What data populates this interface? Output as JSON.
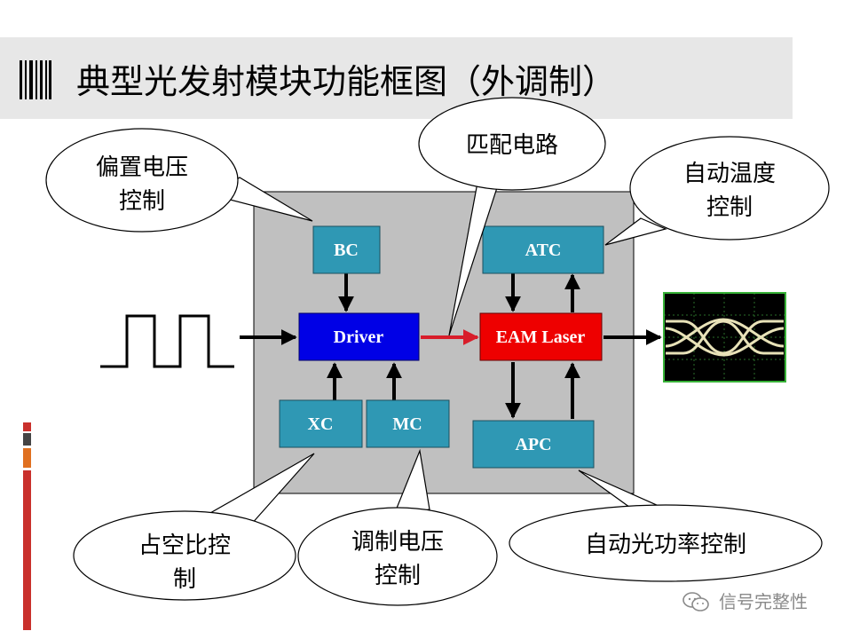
{
  "title": "典型光发射模块功能框图（外调制）",
  "blocks": {
    "bc": "BC",
    "atc": "ATC",
    "driver": "Driver",
    "eam": "EAM Laser",
    "xc": "XC",
    "mc": "MC",
    "apc": "APC"
  },
  "callouts": {
    "bias": [
      "偏置电压",
      "控制"
    ],
    "matching": [
      "匹配电路"
    ],
    "temp": [
      "自动温度",
      "控制"
    ],
    "duty": [
      "占空比控",
      "制"
    ],
    "modv": [
      "调制电压",
      "控制"
    ],
    "power": [
      "自动光功率控制"
    ]
  },
  "watermark": "信号完整性",
  "colors": {
    "block_teal": "#2f98b4",
    "driver_blue": "#0000e6",
    "laser_red": "#ee0000",
    "panel_gray": "#c0c0c0",
    "title_band": "#e7e7e7",
    "red_arrow": "#d81d2a"
  }
}
